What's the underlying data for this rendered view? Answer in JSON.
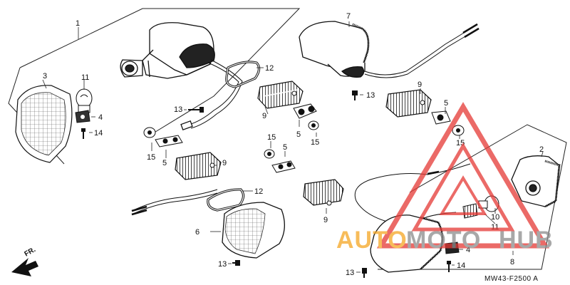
{
  "diagram": {
    "part_numbers": [
      "1",
      "2",
      "3",
      "4",
      "4",
      "5",
      "5",
      "5",
      "5",
      "6",
      "7",
      "8",
      "9",
      "9",
      "9",
      "9",
      "10",
      "11",
      "11",
      "12",
      "12",
      "13",
      "13",
      "13",
      "13",
      "14",
      "14",
      "15",
      "15",
      "15",
      "15"
    ],
    "direction_label": "FR.",
    "drawing_code": "MW43-F2500 A"
  },
  "watermark": {
    "text_orange": "AUTO",
    "text_gray_1": "MOTO",
    "text_gray_2": "HUB",
    "colors": {
      "orange": "#f5a623",
      "gray": "#8c8c8c",
      "red": "#e53935"
    }
  }
}
